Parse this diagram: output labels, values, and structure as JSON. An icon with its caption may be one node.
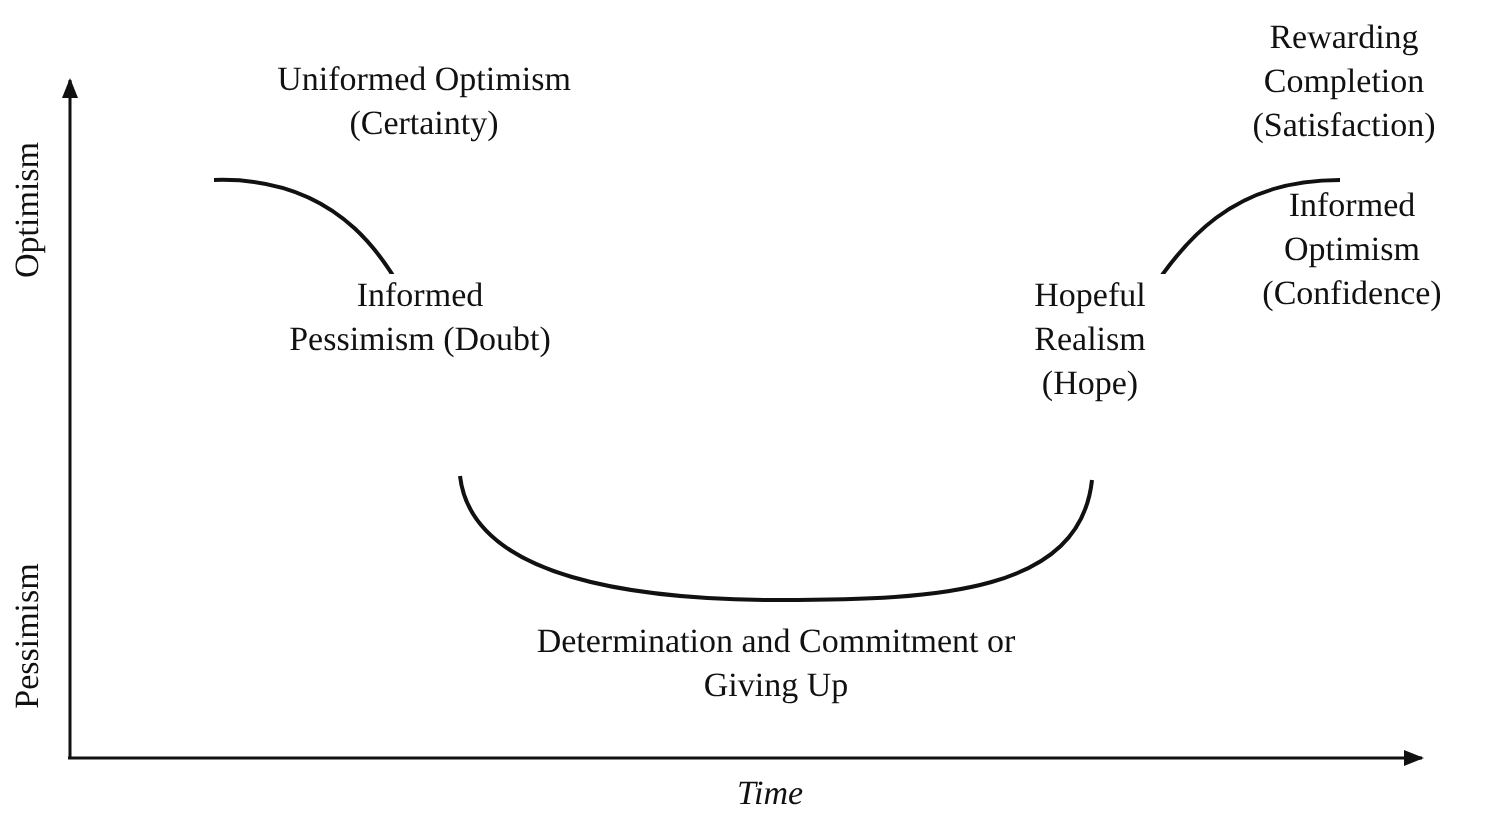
{
  "diagram": {
    "labels": [
      "Uniformed Optimism (Certainty)",
      "Rewarding Completion (Satisfaction)",
      "Informed Optimism (Confidence)",
      "Informed Pessimism (Doubt)",
      "Hopeful Realism (Hope)",
      "Determination and Commitment or Giving Up",
      "Optimism",
      "Pessimism",
      "Time"
    ]
  }
}
